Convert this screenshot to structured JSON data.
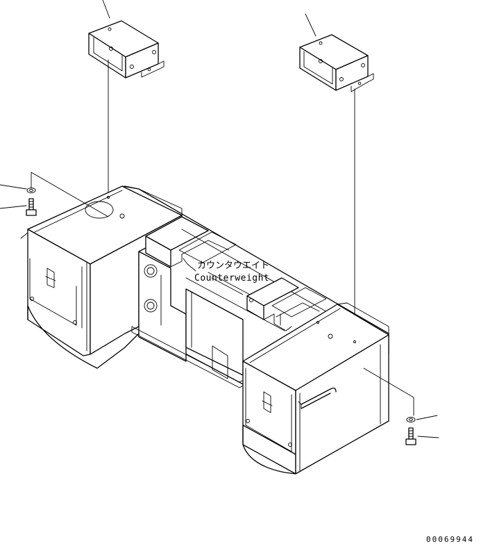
{
  "labels": {
    "part_name_jp": "カウンタウエイト",
    "part_name_en": "Counterweight",
    "figure_number": "00069944"
  }
}
